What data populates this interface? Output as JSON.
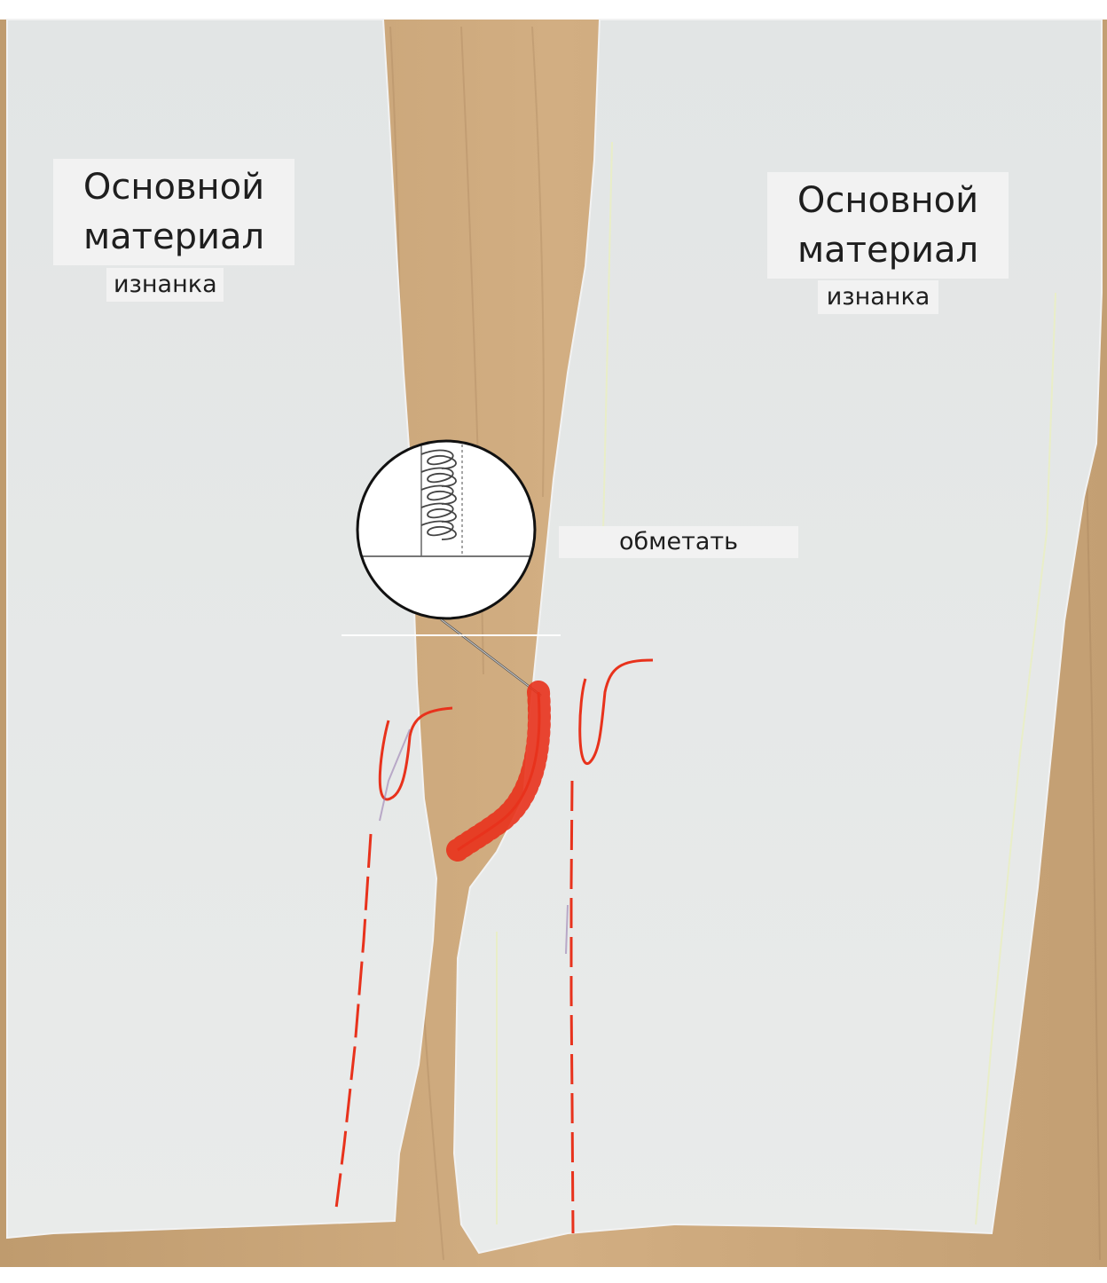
{
  "labels": {
    "left": {
      "line1": "Основной",
      "line2": "материал",
      "sub": "изнанка"
    },
    "right": {
      "line1": "Основной",
      "line2": "материал",
      "sub": "изнанка"
    },
    "action": "обметать"
  },
  "colors": {
    "board": "#c9a57a",
    "fabric": "#e6e8e8",
    "stitch_red": "#e8321c",
    "label_bg": "#f2f2f2",
    "text": "#1e1e1e"
  },
  "icons": {
    "magnifier": "overlock-stitch-detail-icon"
  }
}
